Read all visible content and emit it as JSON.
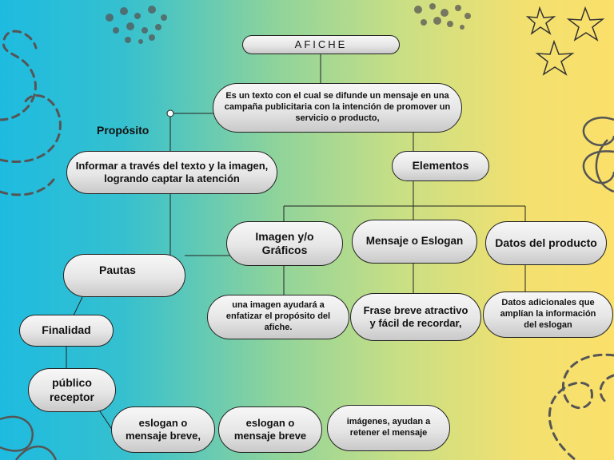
{
  "title": "AFICHE",
  "definition": "Es un texto con el cual se difunde un mensaje en una campaña publicitaria con la intención de promover un servicio o producto,",
  "proposito_label": "Propósito",
  "proposito_text": "Informar a través del texto y la imagen,  logrando captar la atención",
  "elementos_label": "Elementos",
  "elements": [
    {
      "label": "Imagen y/o Gráficos",
      "desc": "una imagen ayudará a enfatizar el propósito del afiche."
    },
    {
      "label": "Mensaje o Eslogan",
      "desc": "Frase breve atractivo y fácil de recordar,"
    },
    {
      "label": "Datos del producto",
      "desc": "Datos adicionales que amplían la información del eslogan"
    }
  ],
  "pautas_label": "Pautas",
  "finalidad_label": "Finalidad",
  "publico_label": "público receptor",
  "pautas_items": [
    "eslogan o mensaje breve,",
    "eslogan o mensaje breve",
    "imágenes, ayudan a retener el mensaje"
  ]
}
